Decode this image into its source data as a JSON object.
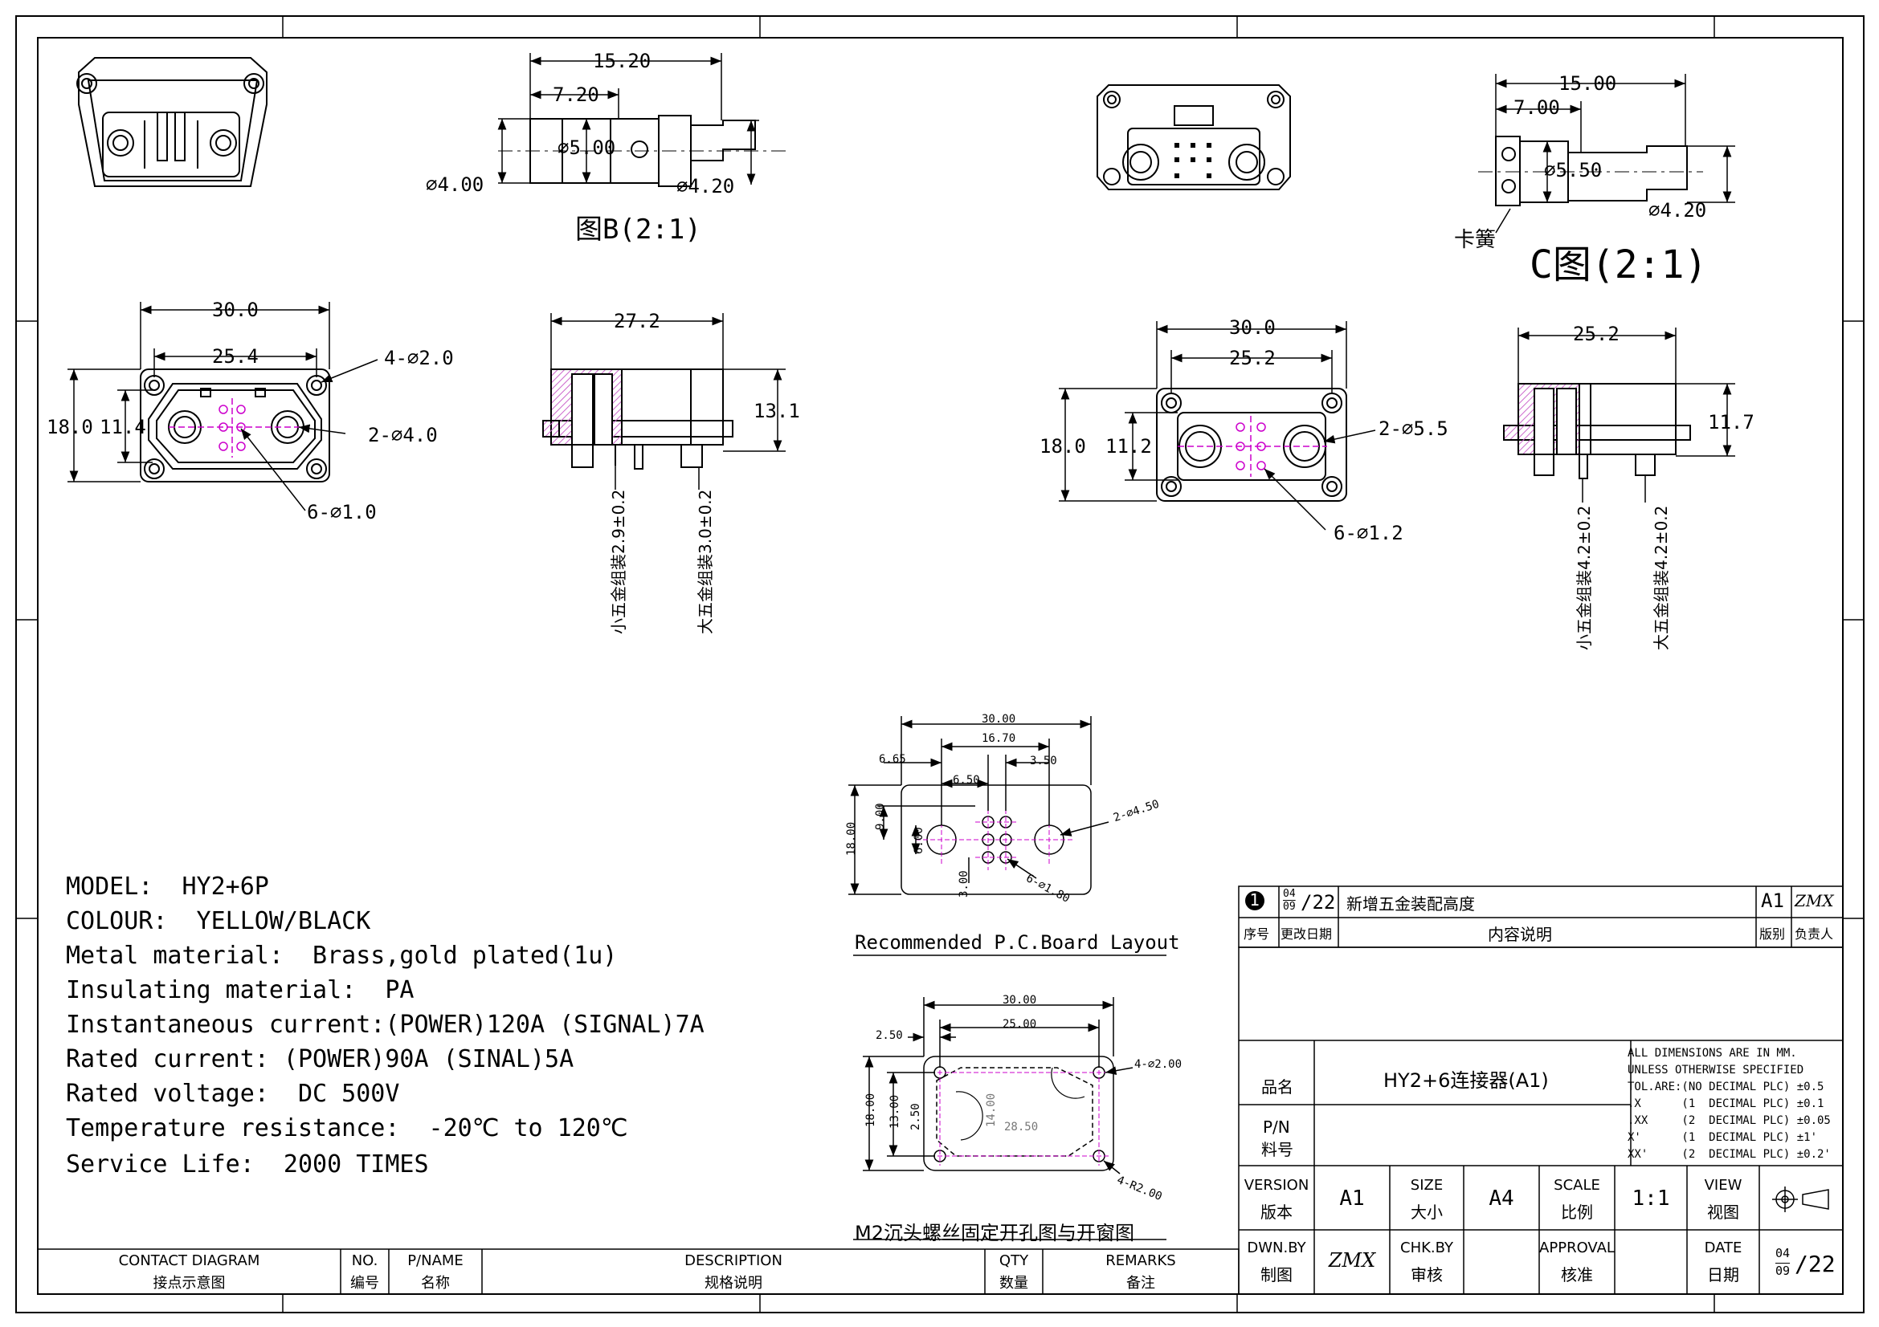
{
  "specs": {
    "model": "MODEL:  HY2+6P",
    "colour": "COLOUR:  YELLOW/BLACK",
    "metal": "Metal material:  Brass,gold plated(1u)",
    "insulating": "Insulating material:  PA",
    "instantaneous": "Instantaneous current:(POWER)120A (SIGNAL)7A",
    "rated_current": "Rated current: (POWER)90A (SINAL)5A",
    "rated_voltage": "Rated voltage:  DC 500V",
    "temperature": "Temperature resistance:  -20℃ to 120℃",
    "service_life": "Service Life:  2000 TIMES"
  },
  "view_titles": {
    "b": "图B(2:1)",
    "c": "C图(2:1)",
    "pcb": "Recommended P.C.Board Layout",
    "panel": "M2沉头螺丝固定开孔图与开窗图"
  },
  "dims": {
    "b_len": "15.20",
    "b_half": "7.20",
    "b_d5": "⌀5.00",
    "b_d4": "⌀4.00",
    "b_d42": "⌀4.20",
    "c_len": "15.00",
    "c_half": "7.00",
    "c_d55": "⌀5.50",
    "c_d42": "⌀4.20",
    "c_spring": "卡簧",
    "l_w30": "30.0",
    "l_w254": "25.4",
    "l_h18": "18.0",
    "l_h114": "11.4",
    "l_holes": "4-⌀2.0",
    "l_power": "2-⌀4.0",
    "l_signal": "6-⌀1.0",
    "s1_w": "27.2",
    "s1_h": "13.1",
    "s1_small": "小五金组装2.9±0.2",
    "s1_big": "大五金组装3.0±0.2",
    "r_w30": "30.0",
    "r_w252": "25.2",
    "r_h18": "18.0",
    "r_h112": "11.2",
    "r_power": "2-⌀5.5",
    "r_signal": "6-⌀1.2",
    "s2_w": "25.2",
    "s2_h": "11.7",
    "s2_small": "小五金组装4.2±0.2",
    "s2_big": "大五金组装4.2±0.2",
    "p_30": "30.00",
    "p_1670": "16.70",
    "p_665": "6.65",
    "p_350": "3.50",
    "p_650": "6.50",
    "p_1800": "18.00",
    "p_900": "9.00",
    "p_600": "6.00",
    "p_300": "3.00",
    "p_power": "2-⌀4.50",
    "p_signal": "6-⌀1.80",
    "m_30": "30.00",
    "m_25": "25.00",
    "m_250": "2.50",
    "m_1800": "18.00",
    "m_1300": "13.00",
    "m_250v": "2.50",
    "m_1400": "14.00",
    "m_2850": "28.50",
    "m_holes": "4-⌀2.00",
    "m_radius": "4-R2.00"
  },
  "revision": {
    "no": "1",
    "date_top": "04",
    "date_bottom": "09",
    "date_year": "/22",
    "description": "新增五金装配高度",
    "size": "A1",
    "signature": "ZMX",
    "hdr_no": "序号",
    "hdr_date": "更改日期",
    "hdr_content": "内容说明",
    "hdr_version": "版别",
    "hdr_owner": "负责人"
  },
  "title_block": {
    "name_label": "品名",
    "name_value": "HY2+6连接器(A1)",
    "pn_label_en": "P/N",
    "pn_label_cn": "料号",
    "tolerance": [
      "ALL DIMENSIONS ARE IN MM.",
      "UNLESS OTHERWISE SPECIFIED",
      "TOL.ARE:(NO DECIMAL PLC) ±0.5",
      ".X      (1  DECIMAL PLC) ±0.1",
      ".XX     (2  DECIMAL PLC) ±0.05",
      "X'      (1  DECIMAL PLC) ±1'",
      "XX'     (2  DECIMAL PLC) ±0.2'"
    ],
    "version_en": "VERSION",
    "version_cn": "版本",
    "version_value": "A1",
    "size_en": "SIZE",
    "size_cn": "大小",
    "size_value": "A4",
    "scale_en": "SCALE",
    "scale_cn": "比例",
    "scale_value": "1:1",
    "view_en": "VIEW",
    "view_cn": "视图",
    "dwn_en": "DWN.BY",
    "dwn_cn": "制图",
    "dwn_value": "ZMX",
    "chk_en": "CHK.BY",
    "chk_cn": "审核",
    "appr_en": "APPROVAL",
    "appr_cn": "核准",
    "date_en": "DATE",
    "date_cn": "日期",
    "date_top": "04",
    "date_bottom": "09",
    "date_year": "/22"
  },
  "bom": {
    "contact_en": "CONTACT DIAGRAM",
    "contact_cn": "接点示意图",
    "no_en": "NO.",
    "no_cn": "编号",
    "pname_en": "P/NAME",
    "pname_cn": "名称",
    "desc_en": "DESCRIPTION",
    "desc_cn": "规格说明",
    "qty_en": "QTY",
    "qty_cn": "数量",
    "remarks_en": "REMARKS",
    "remarks_cn": "备注"
  },
  "colors": {
    "line": "#000000",
    "pin": "#cc00cc",
    "hatch": "#cc66cc"
  }
}
